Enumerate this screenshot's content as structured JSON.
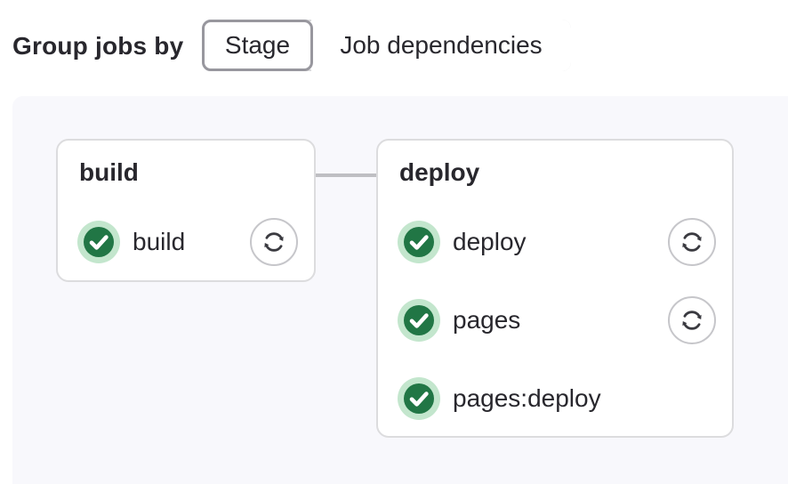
{
  "toolbar": {
    "group_jobs_by_label": "Group jobs by",
    "segmented_control": {
      "options": [
        {
          "label": "Stage",
          "selected": true
        },
        {
          "label": "Job dependencies",
          "selected": false
        }
      ]
    }
  },
  "pipeline": {
    "stages": [
      {
        "title": "build",
        "jobs": [
          {
            "name": "build",
            "status": "success",
            "has_retry_action": true
          }
        ]
      },
      {
        "title": "deploy",
        "jobs": [
          {
            "name": "deploy",
            "status": "success",
            "has_retry_action": true
          },
          {
            "name": "pages",
            "status": "success",
            "has_retry_action": true
          },
          {
            "name": "pages:deploy",
            "status": "success",
            "has_retry_action": false
          }
        ]
      }
    ]
  },
  "icons": {
    "status_success": "status-success-icon (green circle with white checkmark in light-green halo)",
    "retry": "retry-icon (two circular arrows)"
  },
  "colors": {
    "success_dark_green": "#217645",
    "success_light_green": "#c3e6cd",
    "card_border": "#dcdcde",
    "graph_background": "#f8f8fc",
    "connector_line": "#bfbfc3",
    "text_primary": "#28272d",
    "selected_segment_border": "#98979e",
    "retry_button_border": "#c6c6ca",
    "retry_icon_color": "#3a3a40"
  }
}
